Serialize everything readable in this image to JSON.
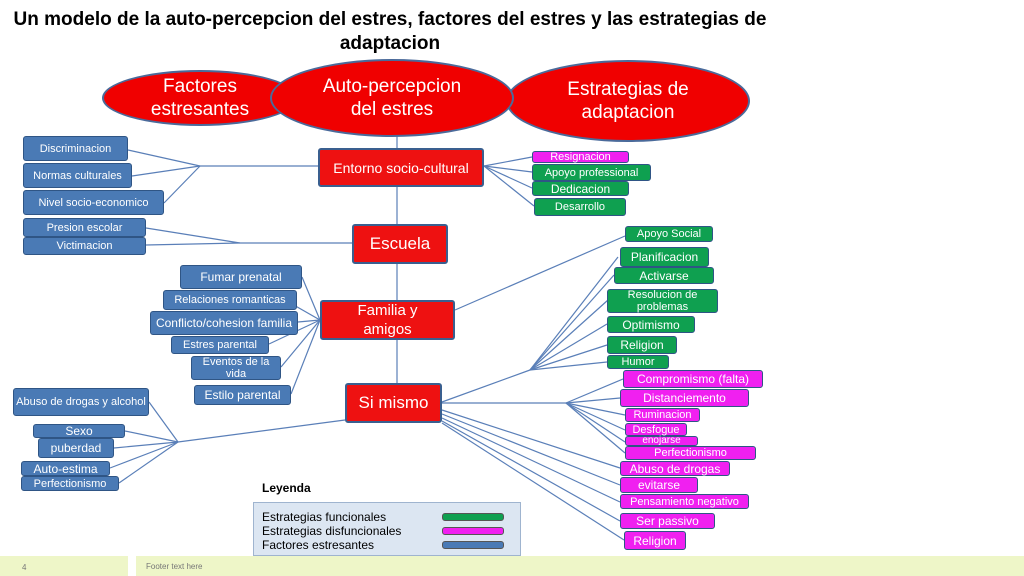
{
  "title": "Un modelo de la auto-percepcion del estres, factores del estres y las estrategias de adaptacion",
  "headers": {
    "factores": "Factores estresantes",
    "autopercepcion": "Auto-percepcion del estres",
    "estrategias": "Estrategias de adaptacion"
  },
  "centers": {
    "entorno": "Entorno socio-cultural",
    "escuela": "Escuela",
    "familia": "Familia y amigos",
    "si_mismo": "Si mismo"
  },
  "factores": {
    "discriminacion": "Discriminacion",
    "normas": "Normas culturales",
    "nivel": "Nivel socio-economico",
    "presion": "Presion escolar",
    "victimacion": "Victimacion",
    "fumar": "Fumar prenatal",
    "relaciones": "Relaciones romanticas",
    "conflicto": "Conflicto/cohesion familia",
    "estres_parental": "Estres parental",
    "eventos": "Eventos de la vida",
    "estilo": "Estilo parental",
    "abuso": "Abuso de drogas y alcohol",
    "sexo": "Sexo",
    "puberdad": "puberdad",
    "autoestima": "Auto-estima",
    "perfeccionismo": "Perfectionismo"
  },
  "estrategias": {
    "resignacion": "Resignacion",
    "apoyo_prof": "Apoyo professional",
    "dedicacion": "Dedicacion",
    "desarrollo": "Desarrollo",
    "apoyo_social": "Apoyo Social",
    "planificacion": "Planificacion",
    "activarse": "Activarse",
    "resolucion": "Resolucion de problemas",
    "optimismo": "Optimismo",
    "religion": "Religion",
    "humor": "Humor",
    "compromiso": "Compromismo (falta)",
    "distanciamiento": "Distanciemento",
    "ruminacion": "Ruminacion",
    "desfogue": "Desfogue",
    "enojarse": "enojarse",
    "perfeccionismo": "Perfectionismo",
    "abuso_drogas": "Abuso de drogas",
    "evitarse": "evitarse",
    "pensamiento": "Pensamiento negativo",
    "ser_pasivo": "Ser passivo",
    "religion2": "Religion"
  },
  "legend": {
    "title": "Leyenda",
    "funcionales": "Estrategias funcionales",
    "disfuncionales": "Estrategias disfuncionales",
    "factores": "Factores estresantes"
  },
  "colors": {
    "red": "#ee1111",
    "blue": "#4a7ab5",
    "green": "#0fa050",
    "magenta": "#f020f0"
  },
  "footer": {
    "page": "4",
    "text": "Footer text here"
  }
}
